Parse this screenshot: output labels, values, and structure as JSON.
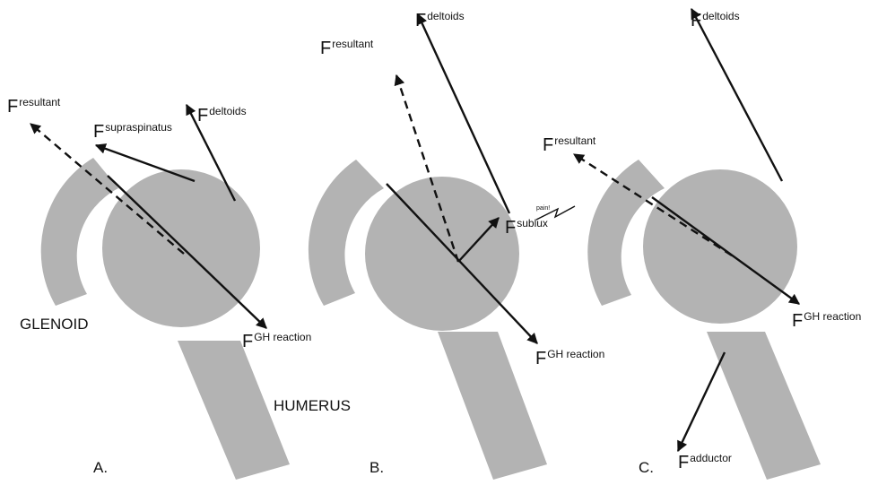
{
  "panels": [
    {
      "id": "A",
      "caption": "A."
    },
    {
      "id": "B",
      "caption": "B."
    },
    {
      "id": "C",
      "caption": "C."
    }
  ],
  "labels": {
    "F": "F",
    "resultant": "resultant",
    "supraspinatus": "supraspinatus",
    "deltoids": "deltoids",
    "gh_reaction": "GH reaction",
    "sublux": "sublux",
    "adductor": "adductor",
    "pain": "pain!",
    "glenoid": "GLENOID",
    "humerus": "HUMERUS"
  }
}
